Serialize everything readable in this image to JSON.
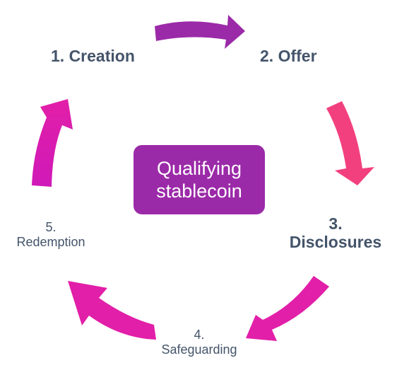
{
  "steps": {
    "creation": "1. Creation",
    "offer": "2. Offer",
    "disclosures_num": "3.",
    "disclosures_word": "Disclosures",
    "safeguarding_num": "4.",
    "safeguarding_word": "Safeguarding",
    "redemption_num": "5.",
    "redemption_word": "Redemption"
  },
  "center": {
    "line1": "Qualifying",
    "line2": "stablecoin"
  },
  "colors": {
    "label_text": "#44546a",
    "center_fill": "#9b2aa8",
    "arrow_purple": "#9b2aa8",
    "arrow_pink": "#f2407e",
    "arrow_magenta": "#e21fa8"
  }
}
